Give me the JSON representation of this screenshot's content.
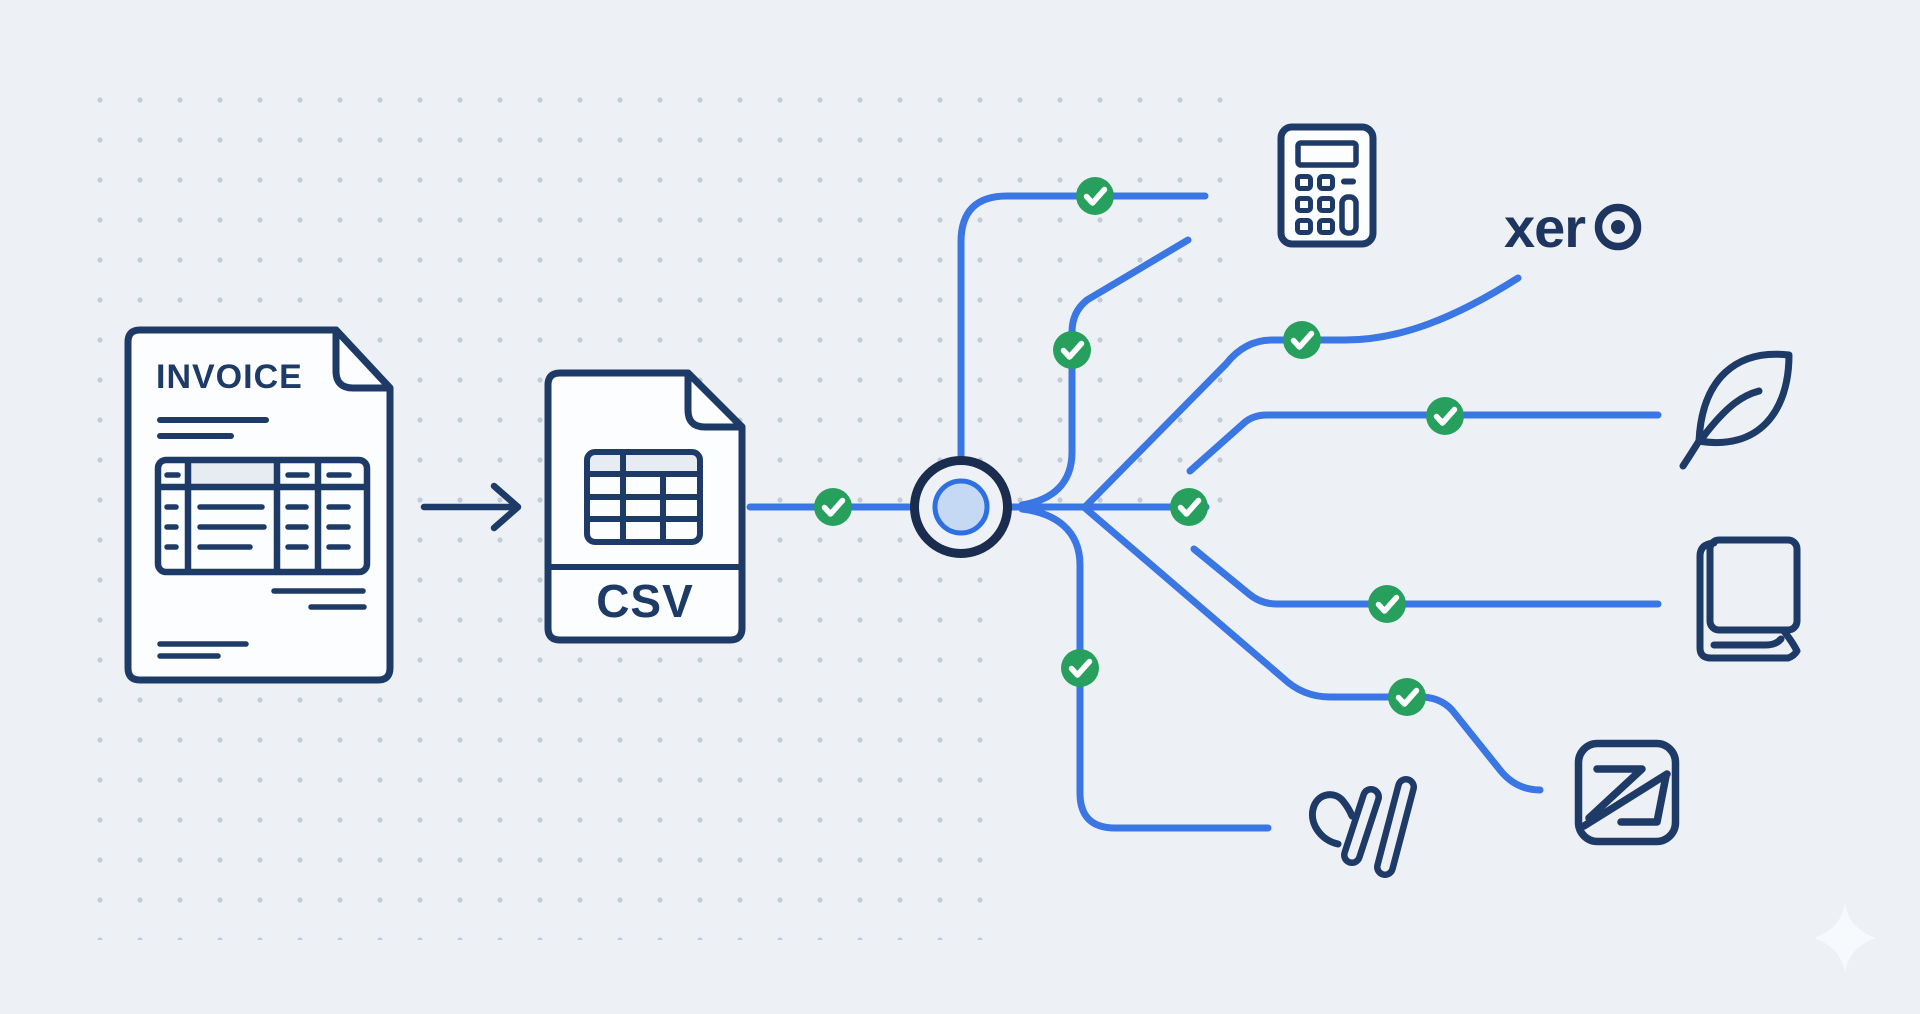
{
  "diagram": {
    "title": "invoice-to-csv-integrations-flow",
    "background_color": "#edf1f6",
    "accent_colors": {
      "navy": "#1e3a66",
      "line_blue": "#3b76e5",
      "check_green": "#27a05e",
      "hub_inner_fill": "#c6d9f4",
      "hub_inner_ring": "#2e6fe2",
      "hub_outer_ring": "#1b2d4f",
      "shaded_cell": "#e7ebf2",
      "paper_fill": "#fcfdfe"
    },
    "invoice": {
      "label": "INVOICE",
      "type": "invoice-document"
    },
    "csv": {
      "label": "CSV",
      "type": "csv-file"
    },
    "arrow": {
      "direction": "right"
    },
    "hub": {
      "type": "connector-node"
    },
    "checkmarks": {
      "count": 9,
      "symbol": "check"
    },
    "destinations": [
      {
        "id": "calculator",
        "icon": "calculator-icon",
        "label": ""
      },
      {
        "id": "xero",
        "icon": "xero-wordmark",
        "label": "xero",
        "label_prefix": "xer"
      },
      {
        "id": "leaf",
        "icon": "leaf-icon",
        "label": ""
      },
      {
        "id": "book",
        "icon": "book-icon",
        "label": ""
      },
      {
        "id": "zoho",
        "icon": "zoho-z-icon",
        "label": ""
      },
      {
        "id": "wave",
        "icon": "wave-icon",
        "label": ""
      }
    ]
  }
}
